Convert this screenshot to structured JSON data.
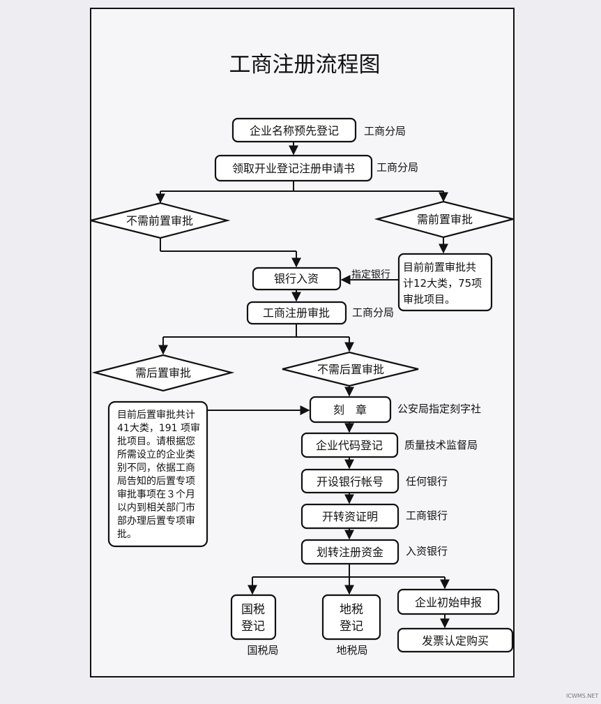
{
  "title": "工商注册流程图",
  "nodes": {
    "name_registration": "企业名称预先登记",
    "get_application": "领取开业登记注册申请书",
    "no_pre_approval": "不需前置审批",
    "need_pre_approval": "需前置审批",
    "pre_approval_note": [
      "目前前置审批共",
      "计12大类，75项",
      "审批项目。"
    ],
    "bank_deposit": "银行入资",
    "registration_review": "工商注册审批",
    "need_post_approval": "需后置审批",
    "no_post_approval": "不需后置审批",
    "post_approval_note": [
      "目前后置审批共计",
      "41大类，191 项审",
      "批项目。请根据您",
      "所需设立的企业类",
      "别不同，依据工商",
      "局告知的后置专项",
      "审批事项在３个月",
      "以内到相关部门市",
      "部办理后置专项审",
      "批。"
    ],
    "seal": "刻　章",
    "org_code": "企业代码登记",
    "bank_account": "开设银行帐号",
    "capital_cert": "开转资证明",
    "transfer_capital": "划转注册资金",
    "national_tax": [
      "国税",
      "登记"
    ],
    "local_tax": [
      "地税",
      "登记"
    ],
    "initial_report": "企业初始申报",
    "invoice": "发票认定购买"
  },
  "agencies": {
    "aic_branch_1": "工商分局",
    "aic_branch_2": "工商分局",
    "designated_bank": "指定银行",
    "aic_branch_3": "工商分局",
    "police_engraver": "公安局指定刻字社",
    "quality_bureau": "质量技术监督局",
    "any_bank": "任何银行",
    "icbc": "工商银行",
    "deposit_bank": "入资银行",
    "national_tax_bureau": "国税局",
    "local_tax_bureau": "地税局"
  },
  "watermark": "ICWMS.NET"
}
